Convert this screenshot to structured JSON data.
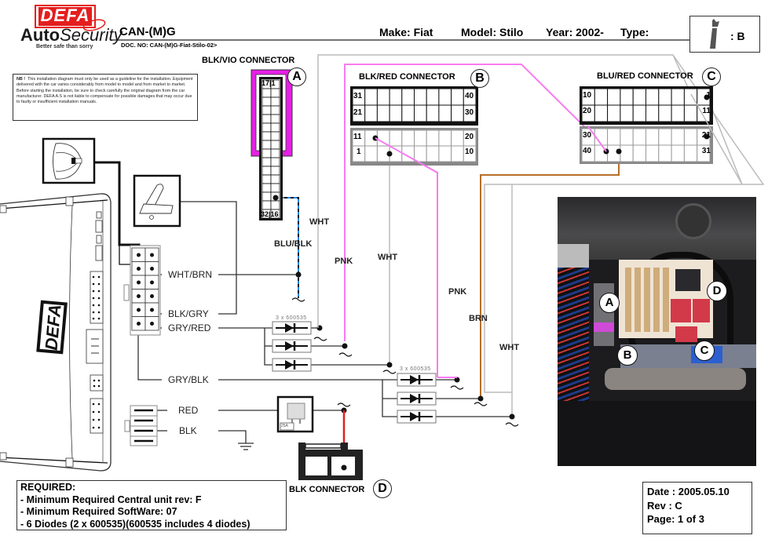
{
  "header": {
    "brand": "DEFA",
    "brand_sub_bold": "Auto",
    "brand_sub_italic": "Security",
    "slogan": "Better safe than sorry",
    "product": "CAN-(M)G",
    "doc_no": "DOC. NO: CAN-(M)G-Fiat-Stilo-02>",
    "make": "Make:  Fiat",
    "model": "Model: Stilo",
    "year": "Year: 2002-",
    "type_label": "Type:",
    "type_value": ": B",
    "type_icon": "tool-icon"
  },
  "notice": {
    "prefix": "NB !",
    "text": "This installation diagram must only be used as a guideline for the installation. Equipment delivered with the car varies considerably from model to model and from market to market. Before starting the installation, be sure to check carefully the original diagram from the car manufacturer. DEFA  A.S is not liable to compensate  for possible damages that may occur due to faulty or insufficient installation manuals."
  },
  "connectors": {
    "a": {
      "title": "BLK/VIO CONNECTOR",
      "id": "A",
      "pin_top": "17|1",
      "pin_bottom": "32|16"
    },
    "b": {
      "title": "BLK/RED CONNECTOR",
      "id": "B",
      "rows": [
        {
          "left": "31",
          "right": "40"
        },
        {
          "left": "21",
          "right": "30"
        },
        {
          "left": "11",
          "right": "20"
        },
        {
          "left": "1",
          "right": "10"
        }
      ]
    },
    "c": {
      "title": "BLU/RED CONNECTOR",
      "id": "C",
      "rows": [
        {
          "left": "10",
          "right": "1"
        },
        {
          "left": "20",
          "right": "11"
        },
        {
          "left": "30",
          "right": "21"
        },
        {
          "left": "40",
          "right": "31"
        }
      ]
    },
    "d": {
      "title": "BLK CONNECTOR",
      "id": "D"
    }
  },
  "wires": {
    "wht_brn": "WHT/BRN",
    "blk_gry": "BLK/GRY",
    "gry_red": "GRY/RED",
    "gry_blk": "GRY/BLK",
    "red": "RED",
    "blk": "BLK",
    "blu_blk": "BLU/BLK",
    "wht_1": "WHT",
    "pnk_1": "PNK",
    "wht_2": "WHT",
    "pnk_2": "PNK",
    "brn": "BRN",
    "wht_3": "WHT"
  },
  "diodes": {
    "group1_label": "3 x 600535",
    "group2_label": "3 x 600535"
  },
  "fuse": {
    "rating": "25A"
  },
  "unit": {
    "brand": "DEFA"
  },
  "colors": {
    "pink": "#f77cf0",
    "magenta": "#e620e6",
    "brown": "#b56f2a",
    "grey": "#b8b8b8",
    "blue": "#1e88e5",
    "red": "#e41e1e"
  },
  "photo": {
    "markers": [
      "A",
      "B",
      "C",
      "D"
    ]
  },
  "required": {
    "title": "REQUIRED:",
    "lines": [
      "- Minimum Required Central unit rev: F",
      "- Minimum Required SoftWare: 07",
      "- 6 Diodes (2 x 600535)(600535 includes 4 diodes)"
    ]
  },
  "footer": {
    "date": "Date : 2005.05.10",
    "rev": "Rev  : C",
    "page": "Page: 1 of 3"
  }
}
